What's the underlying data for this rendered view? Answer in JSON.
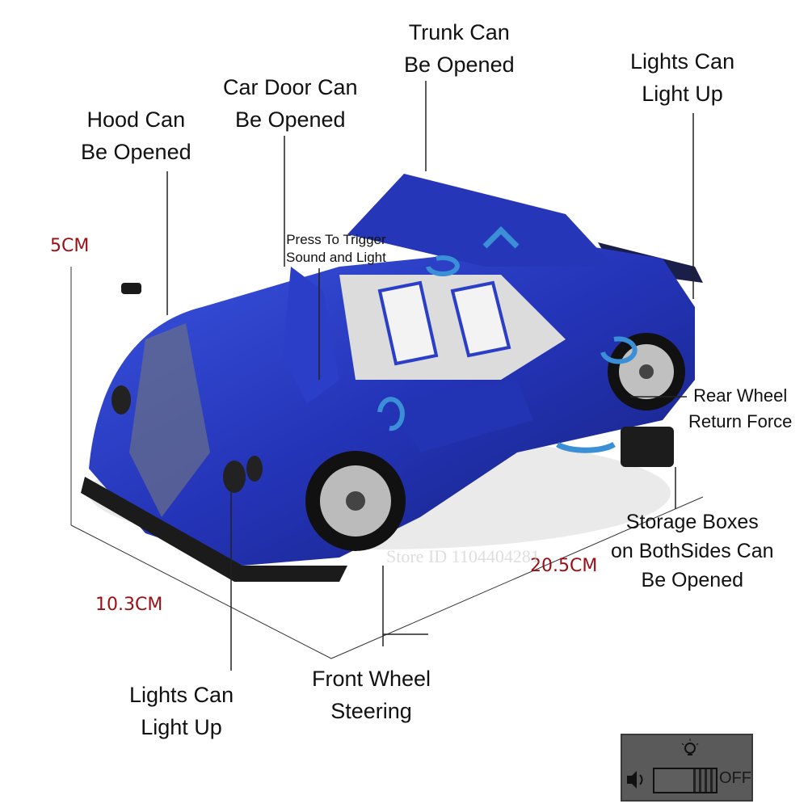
{
  "callouts": {
    "trunk": [
      "Trunk Can",
      "Be Opened"
    ],
    "lights_rear": [
      "Lights Can",
      "Light Up"
    ],
    "car_door": [
      "Car Door Can",
      "Be Opened"
    ],
    "hood": [
      "Hood Can",
      "Be Opened"
    ],
    "press_trigger": [
      "Press To Trigger",
      "Sound and Light"
    ],
    "rear_wheel": [
      "Rear Wheel",
      "Return Force"
    ],
    "storage": [
      "Storage Boxes",
      "on BothSides Can",
      "Be Opened"
    ],
    "front_wheel": [
      "Front Wheel",
      "Steering"
    ],
    "lights_front": [
      "Lights Can",
      "Light Up"
    ]
  },
  "dimensions": {
    "height": "5CM",
    "width": "10.3CM",
    "length": "20.5CM"
  },
  "watermark": "Store ID 1104404281",
  "switch": {
    "off_label": "OFF",
    "icons": [
      "speaker-icon",
      "lightbulb-icon"
    ]
  },
  "colors": {
    "car_body": "#2a3fc4",
    "dimension_text": "#9b0f14",
    "switch_bg": "#5a5a5a"
  }
}
